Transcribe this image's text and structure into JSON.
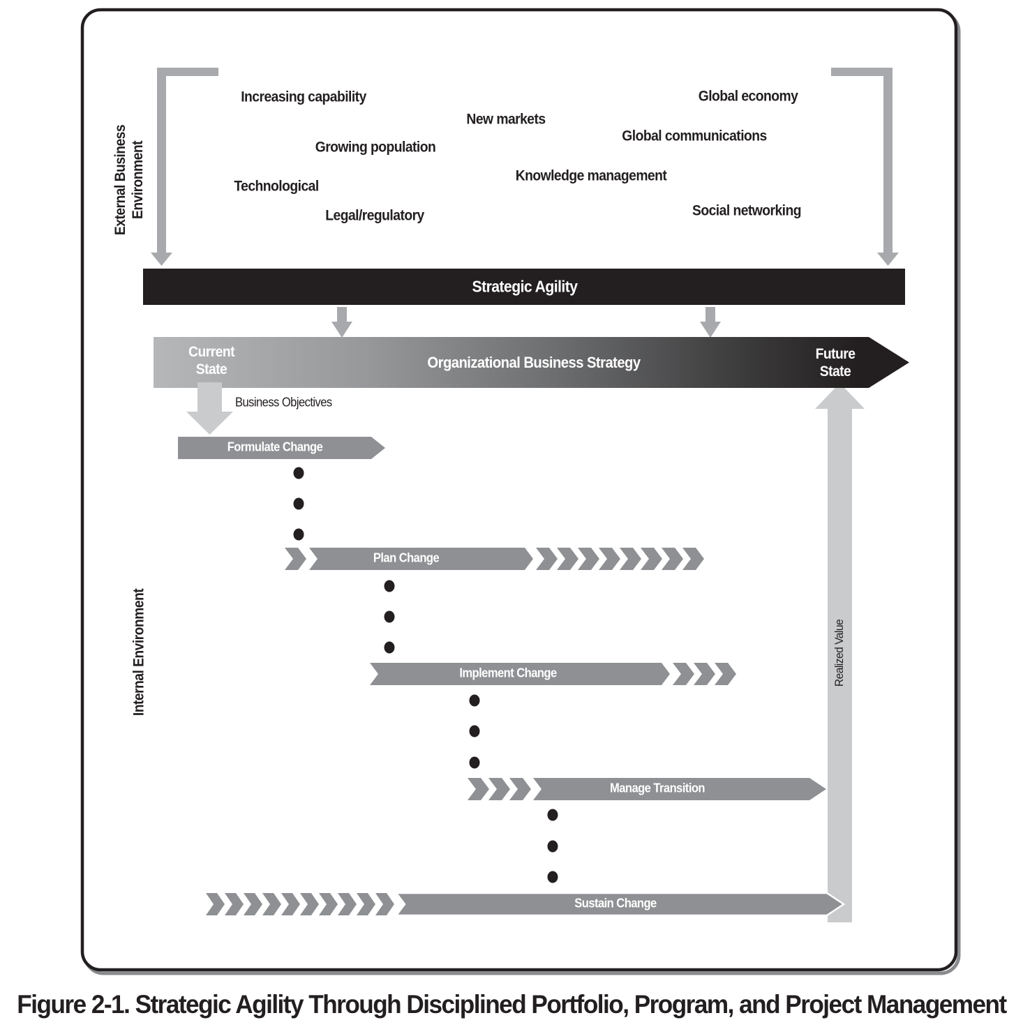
{
  "colors": {
    "ink_black": "#231f20",
    "bar_gray": "#8e9093",
    "medium_arrow_gray": "#a7a9ac",
    "light_arrow_gray": "#c9cbcd",
    "gradient_start": "#b5b7b9",
    "gradient_end": "#231f20"
  },
  "external_environment": {
    "label": "External Business\nEnvironment",
    "factors": [
      "Increasing capability",
      "New markets",
      "Global economy",
      "Growing population",
      "Global communications",
      "Technological",
      "Knowledge management",
      "Legal/regulatory",
      "Social networking"
    ]
  },
  "strategic_agility": {
    "label": "Strategic Agility"
  },
  "strategy_bar": {
    "current_state": "Current\nState",
    "title": "Organizational Business Strategy",
    "future_state": "Future\nState"
  },
  "business_objectives": {
    "label": "Business Objectives"
  },
  "internal_environment": {
    "label": "Internal Environment"
  },
  "phases": [
    {
      "label": "Formulate Change"
    },
    {
      "label": "Plan Change"
    },
    {
      "label": "Implement Change"
    },
    {
      "label": "Manage Transition"
    },
    {
      "label": "Sustain Change"
    }
  ],
  "realized_value": {
    "label": "Realized Value"
  },
  "figure": {
    "caption": "Figure 2-1. Strategic Agility Through Disciplined Portfolio, Program, and Project Management"
  }
}
